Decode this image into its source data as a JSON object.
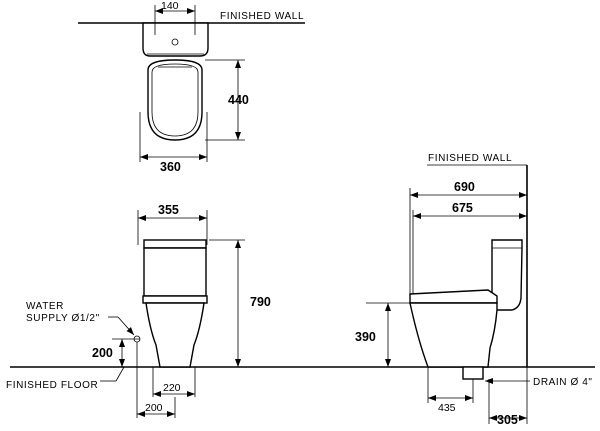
{
  "top_view": {
    "wall_label": "FINISHED WALL",
    "dim_outlet": "140",
    "dim_depth": "440",
    "dim_width": "360"
  },
  "front_view": {
    "dim_width": "355",
    "dim_height": "790",
    "water_supply_label_1": "WATER",
    "water_supply_label_2": "SUPPLY  Ø1/2\"",
    "dim_supply_height": "200",
    "floor_label": "FINISHED FLOOR",
    "dim_base_220": "220",
    "dim_base_200": "200"
  },
  "side_view": {
    "wall_label": "FINISHED WALL",
    "dim_690": "690",
    "dim_675": "675",
    "dim_seat_height": "390",
    "drain_label": "DRAIN Ø 4\"",
    "dim_435": "435",
    "dim_305": "305"
  }
}
